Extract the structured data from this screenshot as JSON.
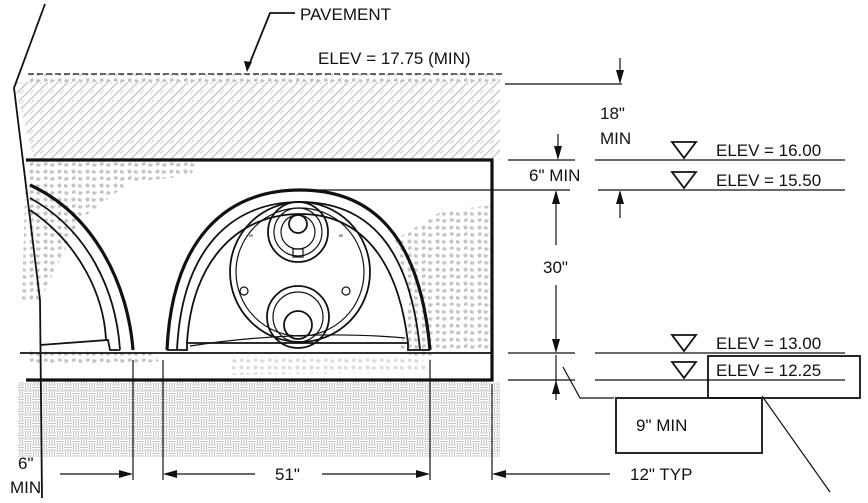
{
  "labels": {
    "pavement": "PAVEMENT",
    "elev_min": "ELEV = 17.75 (MIN)",
    "cover_18_line1": "18\"",
    "cover_18_line2": "MIN",
    "six_min_top": "6\" MIN",
    "thirty": "30\"",
    "nine_min": "9\" MIN",
    "six_left_line1": "6\"",
    "six_left_line2": "MIN",
    "fifty_one": "51\"",
    "twelve_typ": "12\" TYP"
  },
  "elevations": [
    {
      "label": "ELEV",
      "value": "= 16.00"
    },
    {
      "label": "ELEV",
      "value": "= 15.50"
    },
    {
      "label": "ELEV",
      "value": "= 13.00"
    },
    {
      "label": "ELEV",
      "value": "= 12.25"
    }
  ]
}
